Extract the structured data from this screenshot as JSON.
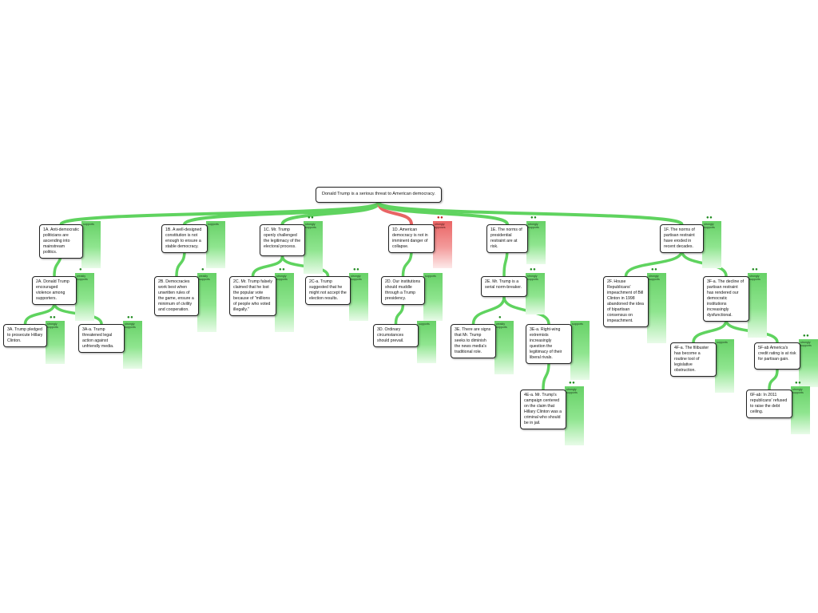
{
  "colors": {
    "support": "#5fd35f",
    "oppose": "#e86464",
    "border": "#222222"
  },
  "root": {
    "id": "root",
    "text": "Donald Trump is a serious threat to American democracy."
  },
  "nodes": [
    {
      "id": "1A",
      "parent": "root",
      "text": "1A. Anti-democratic politicians are ascending into mainstream politics.",
      "tag": "supports",
      "dots": "",
      "kind": "support"
    },
    {
      "id": "1B",
      "parent": "root",
      "text": "1B. A well-designed constitution is not enough to ensure a stable democracy.",
      "tag": "supports",
      "dots": "",
      "kind": "support"
    },
    {
      "id": "1C",
      "parent": "root",
      "text": "1C. Mr. Trump openly challenged the legitimacy of the electoral process.",
      "tag": "strongly supports",
      "dots": "●●",
      "kind": "support"
    },
    {
      "id": "1D",
      "parent": "root",
      "text": "1D. American democracy is not in imminent danger of collapse.",
      "tag": "strongly opposes",
      "dots": "●●",
      "kind": "oppose"
    },
    {
      "id": "1E",
      "parent": "root",
      "text": "1E. The norms of presidential restraint are at risk.",
      "tag": "strongly supports",
      "dots": "●●",
      "kind": "support"
    },
    {
      "id": "1F",
      "parent": "root",
      "text": "1F. The norms of partisan restraint have eroded in recent decades.",
      "tag": "strongly supports",
      "dots": "●●",
      "kind": "support"
    },
    {
      "id": "2A",
      "parent": "1A",
      "text": "2A. Donald Trump encouraged violence among supporters.",
      "tag": "weakly supports",
      "dots": "●",
      "kind": "support"
    },
    {
      "id": "2B",
      "parent": "1B",
      "text": "2B. Democracies work best when unwritten rules of the game, ensure a minimum of civility and cooperation.",
      "tag": "weakly supports",
      "dots": "●",
      "kind": "support"
    },
    {
      "id": "2C",
      "parent": "1C",
      "text": "2C. Mr. Trump falsely claimed that he lost the popular vote because of \"millions of people who voted illegally.\"",
      "tag": "strongly supports",
      "dots": "●●",
      "kind": "support"
    },
    {
      "id": "2Ca",
      "parent": "1C",
      "text": "2C-a. Trump suggested that he might not accept the election results.",
      "tag": "strongly supports",
      "dots": "●●",
      "kind": "support"
    },
    {
      "id": "2D",
      "parent": "1D",
      "text": "2D. Our institutions should muddle through a Trump presidency.",
      "tag": "supports",
      "dots": "",
      "kind": "support"
    },
    {
      "id": "2E",
      "parent": "1E",
      "text": "2E. Mr. Trump is a serial norm-breaker.",
      "tag": "strongly supports",
      "dots": "●●",
      "kind": "support"
    },
    {
      "id": "2F",
      "parent": "1F",
      "text": "2F. House Republicans' impeachment of Bill Clinton in 1998 abandoned the idea of bipartisan consensus on impeachment.",
      "tag": "strongly supports",
      "dots": "●●",
      "kind": "support"
    },
    {
      "id": "3Fa",
      "parent": "1F",
      "text": "3F-a. The decline of partisan restraint has rendered our democratic institutions increasingly dysfunctional.",
      "tag": "strongly supports",
      "dots": "●●",
      "kind": "support"
    },
    {
      "id": "3A",
      "parent": "2A",
      "text": "3A. Trump pledged to prosecute Hillary Clinton.",
      "tag": "strongly supports",
      "dots": "●●",
      "kind": "support"
    },
    {
      "id": "3Aa",
      "parent": "2A",
      "text": "3A-a. Trump threatened legal action against unfriendly media.",
      "tag": "strongly supports",
      "dots": "●●",
      "kind": "support"
    },
    {
      "id": "3D",
      "parent": "2D",
      "text": "3D. Ordinary circumstances should prevail.",
      "tag": "supports",
      "dots": "",
      "kind": "support"
    },
    {
      "id": "3E",
      "parent": "2E",
      "text": "3E. There are signs that Mr. Trump seeks to diminish the news media's traditional role.",
      "tag": "weakly supports",
      "dots": "●",
      "kind": "support"
    },
    {
      "id": "3Ea",
      "parent": "2E",
      "text": "3E-a. Right-wing extremists increasingly question the legitimacy of their liberal rivals.",
      "tag": "supports",
      "dots": "",
      "kind": "support"
    },
    {
      "id": "4Ea",
      "parent": "3Ea",
      "text": "4E-a. Mr. Trump's campaign centered on the claim that Hillary Clinton was a criminal who should be in jail.",
      "tag": "strongly supports",
      "dots": "●●",
      "kind": "support"
    },
    {
      "id": "4Fa",
      "parent": "3Fa",
      "text": "4F-a. The filibuster has become a routine tool of legislative obstruction.",
      "tag": "supports",
      "dots": "",
      "kind": "support"
    },
    {
      "id": "5Fab",
      "parent": "3Fa",
      "text": "5F-ab America's credit rating is at risk for partisan gain.",
      "tag": "strongly supports",
      "dots": "●●",
      "kind": "support"
    },
    {
      "id": "6Fab",
      "parent": "5Fab",
      "text": "6F-ab: In 2011 republicans' refused to raise the debt ceiling.",
      "tag": "strongly supports",
      "dots": "●●",
      "kind": "support"
    }
  ]
}
